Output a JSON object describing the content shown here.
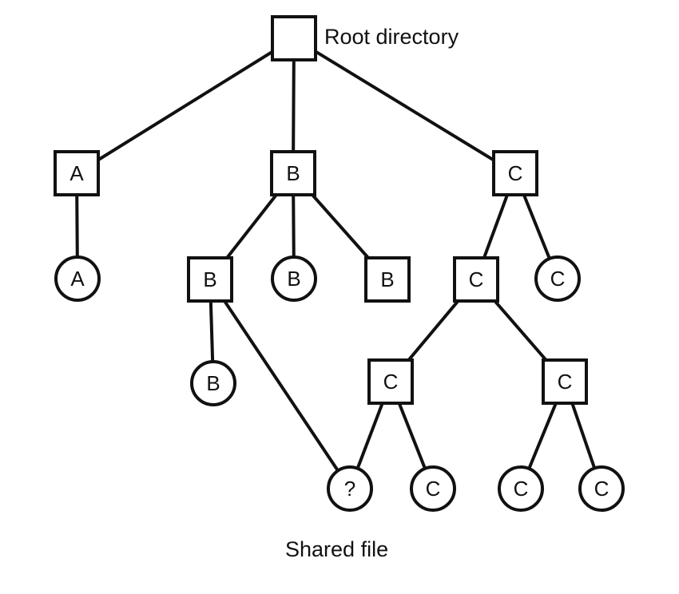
{
  "diagram": {
    "type": "tree",
    "description_labels": {
      "root_label": "Root directory",
      "shared_file_label": "Shared file"
    },
    "colors": {
      "stroke": "#111111",
      "node_fill": "#ffffff",
      "background": "#ffffff"
    },
    "legend": {
      "square_means": "directory",
      "circle_means": "file"
    },
    "nodes": {
      "root": {
        "label": "",
        "shape": "square"
      },
      "dirA": {
        "label": "A",
        "shape": "square"
      },
      "dirB": {
        "label": "B",
        "shape": "square"
      },
      "dirC": {
        "label": "C",
        "shape": "square"
      },
      "fileA": {
        "label": "A",
        "shape": "circle"
      },
      "dirB2": {
        "label": "B",
        "shape": "square"
      },
      "fileBmid": {
        "label": "B",
        "shape": "circle"
      },
      "dirB3": {
        "label": "B",
        "shape": "square"
      },
      "dirC2": {
        "label": "C",
        "shape": "square"
      },
      "fileCright": {
        "label": "C",
        "shape": "circle"
      },
      "fileBchild": {
        "label": "B",
        "shape": "circle"
      },
      "dirC3a": {
        "label": "C",
        "shape": "square"
      },
      "dirC3b": {
        "label": "C",
        "shape": "square"
      },
      "fileShared": {
        "label": "?",
        "shape": "circle"
      },
      "fileC1": {
        "label": "C",
        "shape": "circle"
      },
      "fileC2": {
        "label": "C",
        "shape": "circle"
      },
      "fileC3": {
        "label": "C",
        "shape": "circle"
      }
    },
    "edges": [
      [
        "root",
        "dirA"
      ],
      [
        "root",
        "dirB"
      ],
      [
        "root",
        "dirC"
      ],
      [
        "dirA",
        "fileA"
      ],
      [
        "dirB",
        "dirB2"
      ],
      [
        "dirB",
        "fileBmid"
      ],
      [
        "dirB",
        "dirB3"
      ],
      [
        "dirB2",
        "fileBchild"
      ],
      [
        "dirB2",
        "fileShared"
      ],
      [
        "dirC",
        "dirC2"
      ],
      [
        "dirC",
        "fileCright"
      ],
      [
        "dirC2",
        "dirC3a"
      ],
      [
        "dirC2",
        "dirC3b"
      ],
      [
        "dirC3a",
        "fileShared"
      ],
      [
        "dirC3a",
        "fileC1"
      ],
      [
        "dirC3b",
        "fileC2"
      ],
      [
        "dirC3b",
        "fileC3"
      ]
    ]
  }
}
